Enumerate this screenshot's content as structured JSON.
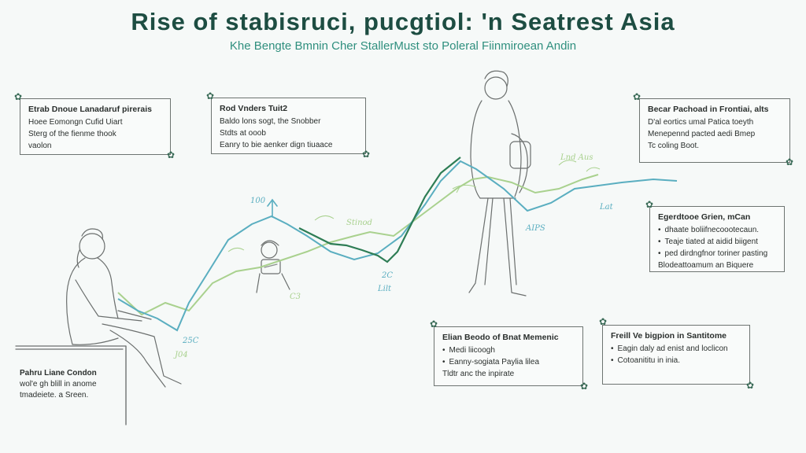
{
  "title": "Rise of stabisruci, pucgtiol: 'n Seatrest Asia",
  "subtitle": "Khe Bengte Bmnin Cher StallerMust sto Poleral Fiinmiroean Andin",
  "colors": {
    "title": "#1d4d42",
    "subtitle": "#2f8f7e",
    "line_teal": "#5aaec0",
    "line_green": "#2e7d55",
    "line_lightgreen": "#a9d18e",
    "sketch": "#6b6f6e"
  },
  "cards": {
    "top_left": {
      "heading": "Etrab Dnoue Lanadaruf pirerais",
      "lines": [
        "Hoee Eomongn Cufid Uiart",
        "Sterg of the fienme thook",
        "vaolon"
      ]
    },
    "top_middle": {
      "heading": "Rod Vnders Tuit2",
      "lines": [
        "Baldo lons sogt, the Snobber",
        "Stdts at ooob",
        "Eanry to bie aenker dign tiuaace"
      ]
    },
    "top_right": {
      "heading": "Becar Pachoad in Frontiai, alts",
      "lines": [
        "D'al eortics umal Patica toeyth",
        "Menepennd pacted aedi Bmep",
        "Tc coling Boot."
      ]
    },
    "middle_right": {
      "heading": "Egerdtooe Grien, mCan",
      "lines": [
        "dhaate boliifnecoootecaun.",
        "Teaje tiated at aidid biigent",
        "ped dirdngfnor toriner pasting",
        "Blodeattoamum an Biquere"
      ]
    },
    "bottom_middle": {
      "heading": "Elian Beodo of Bnat Memenic",
      "lines": [
        "Medi liicoogh",
        "Eanny-sogiata Paylia lilea",
        "Tldtr anc the inpirate"
      ]
    },
    "bottom_right": {
      "heading": "Freill Ve bigpion in Santitome",
      "lines": [
        "Eagin daly ad enist and loclicon",
        "Cotoanititu in inia."
      ]
    }
  },
  "caption_left": {
    "heading": "Pahru Liane Condon",
    "lines": [
      "wol'e gh blill in anome",
      "tmadeiete. a Sreen."
    ]
  },
  "annotations": {
    "peak_label": "100",
    "low_label_1": "25C",
    "low_label_2": "J04",
    "mid_label_1": "Stinod",
    "mid_label_2": "C3",
    "dip_label_1": "2C",
    "dip_label_2": "Lilt",
    "right_label_1": "Lnd Aus",
    "right_label_2": "AIPS",
    "far_label": "Lat"
  },
  "icons": [
    "flower-corner-icon",
    "up-arrow-icon",
    "person-sitting-illustration",
    "person-walking-illustration",
    "child-reading-illustration"
  ]
}
